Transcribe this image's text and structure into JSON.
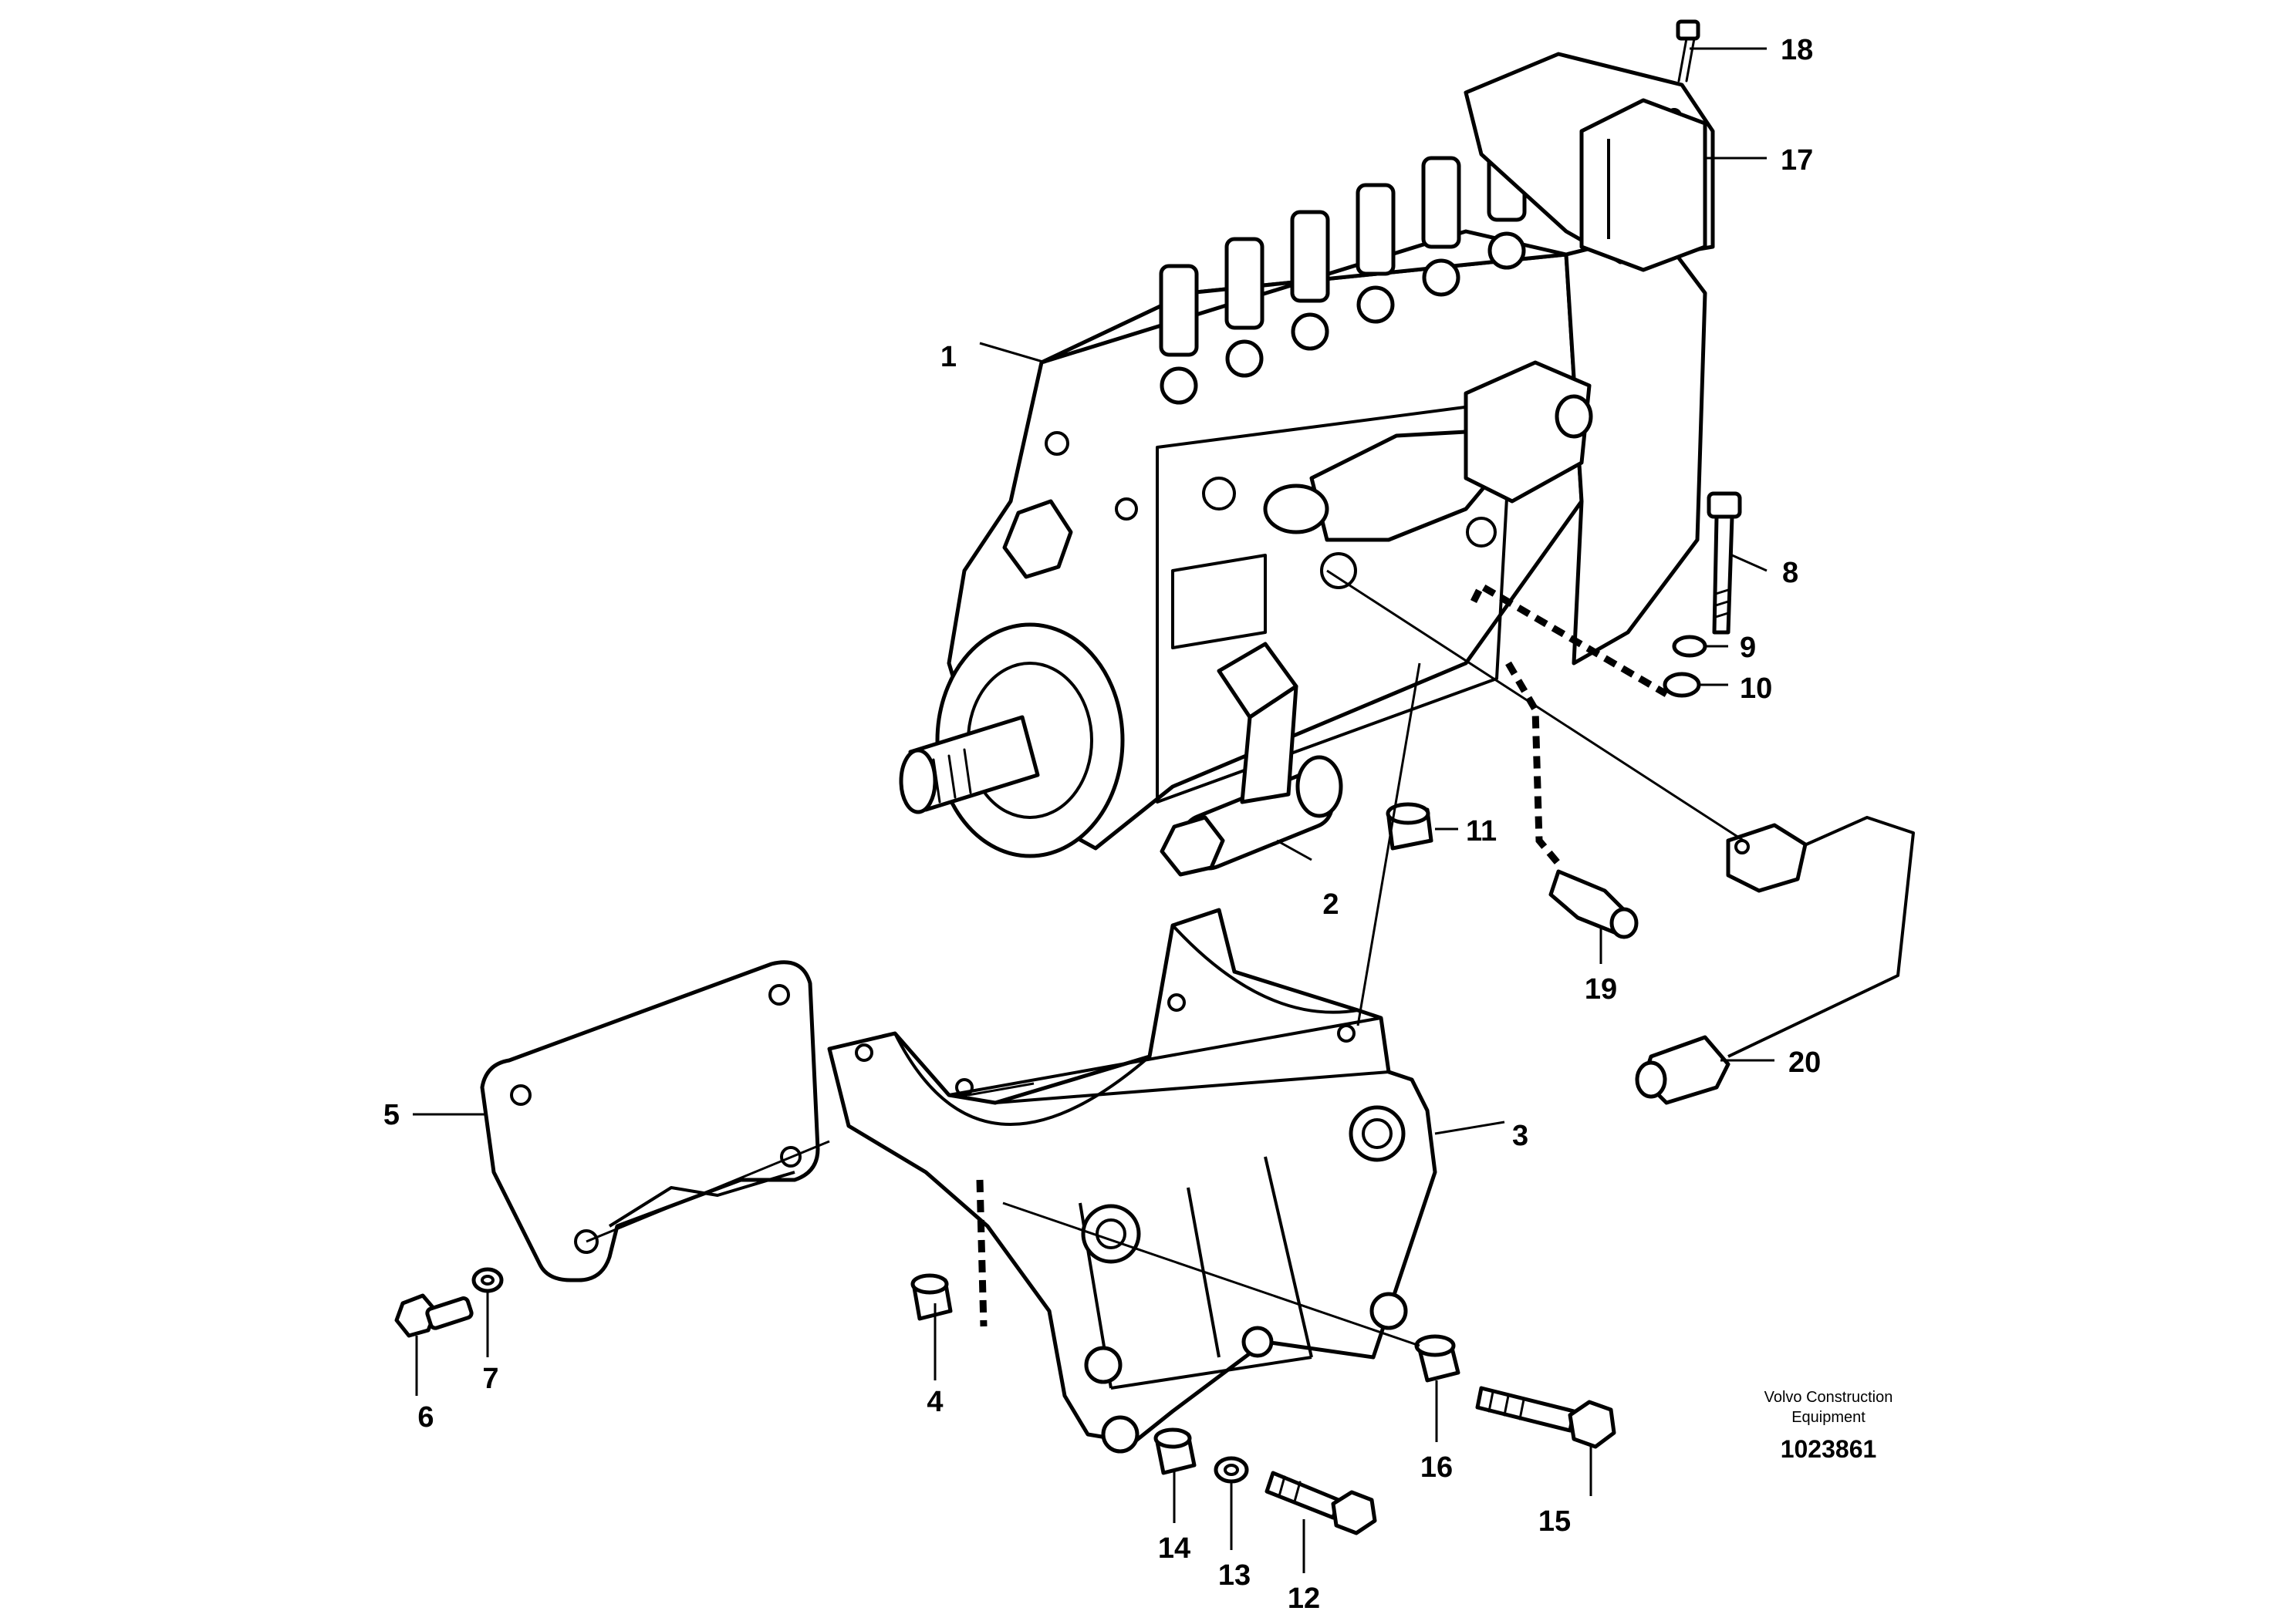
{
  "callouts": {
    "c1": "1",
    "c2": "2",
    "c3": "3",
    "c4": "4",
    "c5": "5",
    "c6": "6",
    "c7": "7",
    "c8": "8",
    "c9": "9",
    "c10": "10",
    "c11": "11",
    "c12": "12",
    "c13": "13",
    "c14": "14",
    "c15": "15",
    "c16": "16",
    "c17": "17",
    "c18": "18",
    "c19": "19",
    "c20": "20"
  },
  "footer": {
    "brand_line1": "Volvo Construction",
    "brand_line2": "Equipment",
    "doc_number": "1023861"
  },
  "colors": {
    "line": "#000000",
    "background": "#ffffff"
  }
}
